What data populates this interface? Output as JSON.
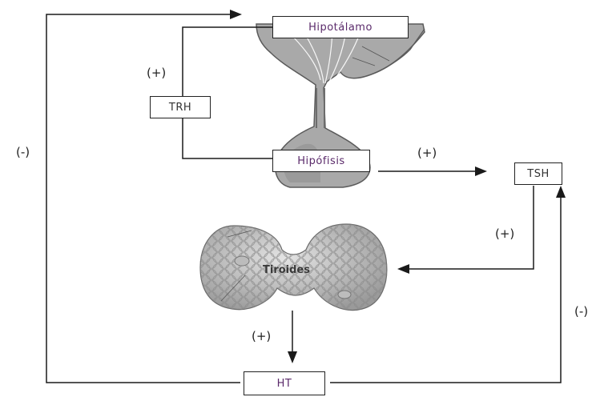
{
  "organs": {
    "hypothalamus": "Hipotálamo",
    "pituitary": "Hipófisis",
    "thyroid": "Tiroides"
  },
  "hormones": {
    "trh": "TRH",
    "tsh": "TSH",
    "ht": "HT"
  },
  "signs": {
    "positive": "(+)",
    "negative": "(-)"
  }
}
